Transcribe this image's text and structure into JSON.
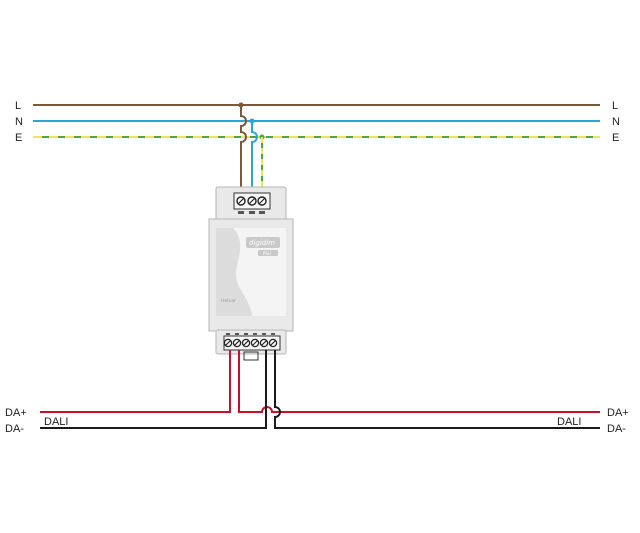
{
  "mains": {
    "left_labels": [
      "L",
      "N",
      "E"
    ],
    "right_labels": [
      "L",
      "N",
      "E"
    ]
  },
  "dali_bus": {
    "left_labels": [
      "DA+",
      "DA-"
    ],
    "right_labels": [
      "DA+",
      "DA-"
    ],
    "left_tag": "DALI",
    "right_tag": "DALI"
  },
  "device": {
    "brand": "digidim",
    "model": "PSU",
    "manufacturer": "Helvar"
  },
  "colors": {
    "live": "#7a5a3a",
    "neutral": "#2aa6d9",
    "earth_green": "#4aa64a",
    "earth_yellow": "#e8e85a",
    "da_plus": "#c8102e",
    "da_minus": "#1a1a1a",
    "housing": "#e9e9e9",
    "housing_edge": "#b5b5b5",
    "label_panel": "#dcdcdc"
  }
}
